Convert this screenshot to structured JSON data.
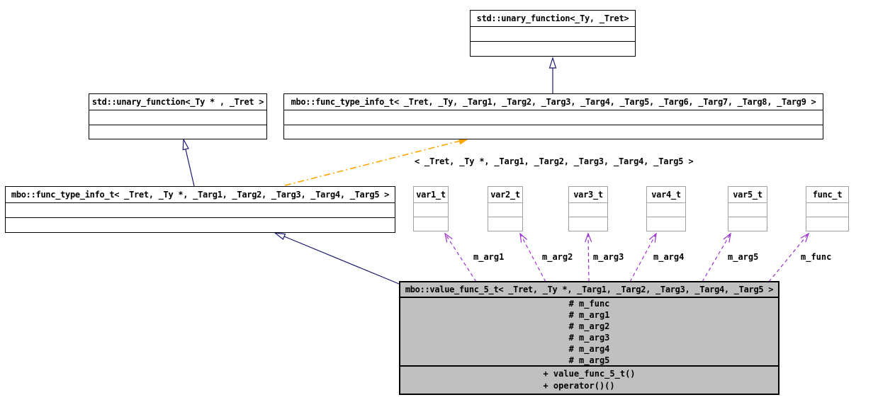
{
  "classes": {
    "unary_ty": {
      "title": "std::unary_function<_Ty, _Tret>"
    },
    "unary_typtr": {
      "title": "std::unary_function<_Ty * , _Tret >"
    },
    "fti9": {
      "title": "mbo::func_type_info_t< _Tret, _Ty, _Targ1, _Targ2, _Targ3, _Targ4, _Targ5, _Targ6, _Targ7, _Targ8, _Targ9 >"
    },
    "fti5": {
      "title": "mbo::func_type_info_t< _Tret, _Ty *, _Targ1, _Targ2, _Targ3, _Targ4, _Targ5 >"
    },
    "var1": {
      "title": "var1_t"
    },
    "var2": {
      "title": "var2_t"
    },
    "var3": {
      "title": "var3_t"
    },
    "var4": {
      "title": "var4_t"
    },
    "var5": {
      "title": "var5_t"
    },
    "func": {
      "title": "func_t"
    },
    "value_func": {
      "title": "mbo::value_func_5_t< _Tret, _Ty *, _Targ1, _Targ2, _Targ3, _Targ4, _Targ5 >",
      "attributes": [
        "# m_func",
        "# m_arg1",
        "# m_arg2",
        "# m_arg3",
        "# m_arg4",
        "# m_arg5"
      ],
      "methods": [
        "+ value_func_5_t()",
        "+ operator()()"
      ]
    }
  },
  "edges": {
    "labels": [
      "m_arg1",
      "m_arg2",
      "m_arg3",
      "m_arg4",
      "m_arg5",
      "m_func"
    ],
    "template_instantiation_label": "< _Tret, _Ty *, _Targ1, _Targ2, _Targ3, _Targ4, _Targ5 >"
  },
  "colors": {
    "inheritance_edge": "#191970",
    "usage_edge": "#9a32cd",
    "template_edge": "#ffa500",
    "selected_node_fill": "#c0c0c0",
    "node_border": "#000000",
    "plain_node_border": "#a0a0a0"
  }
}
